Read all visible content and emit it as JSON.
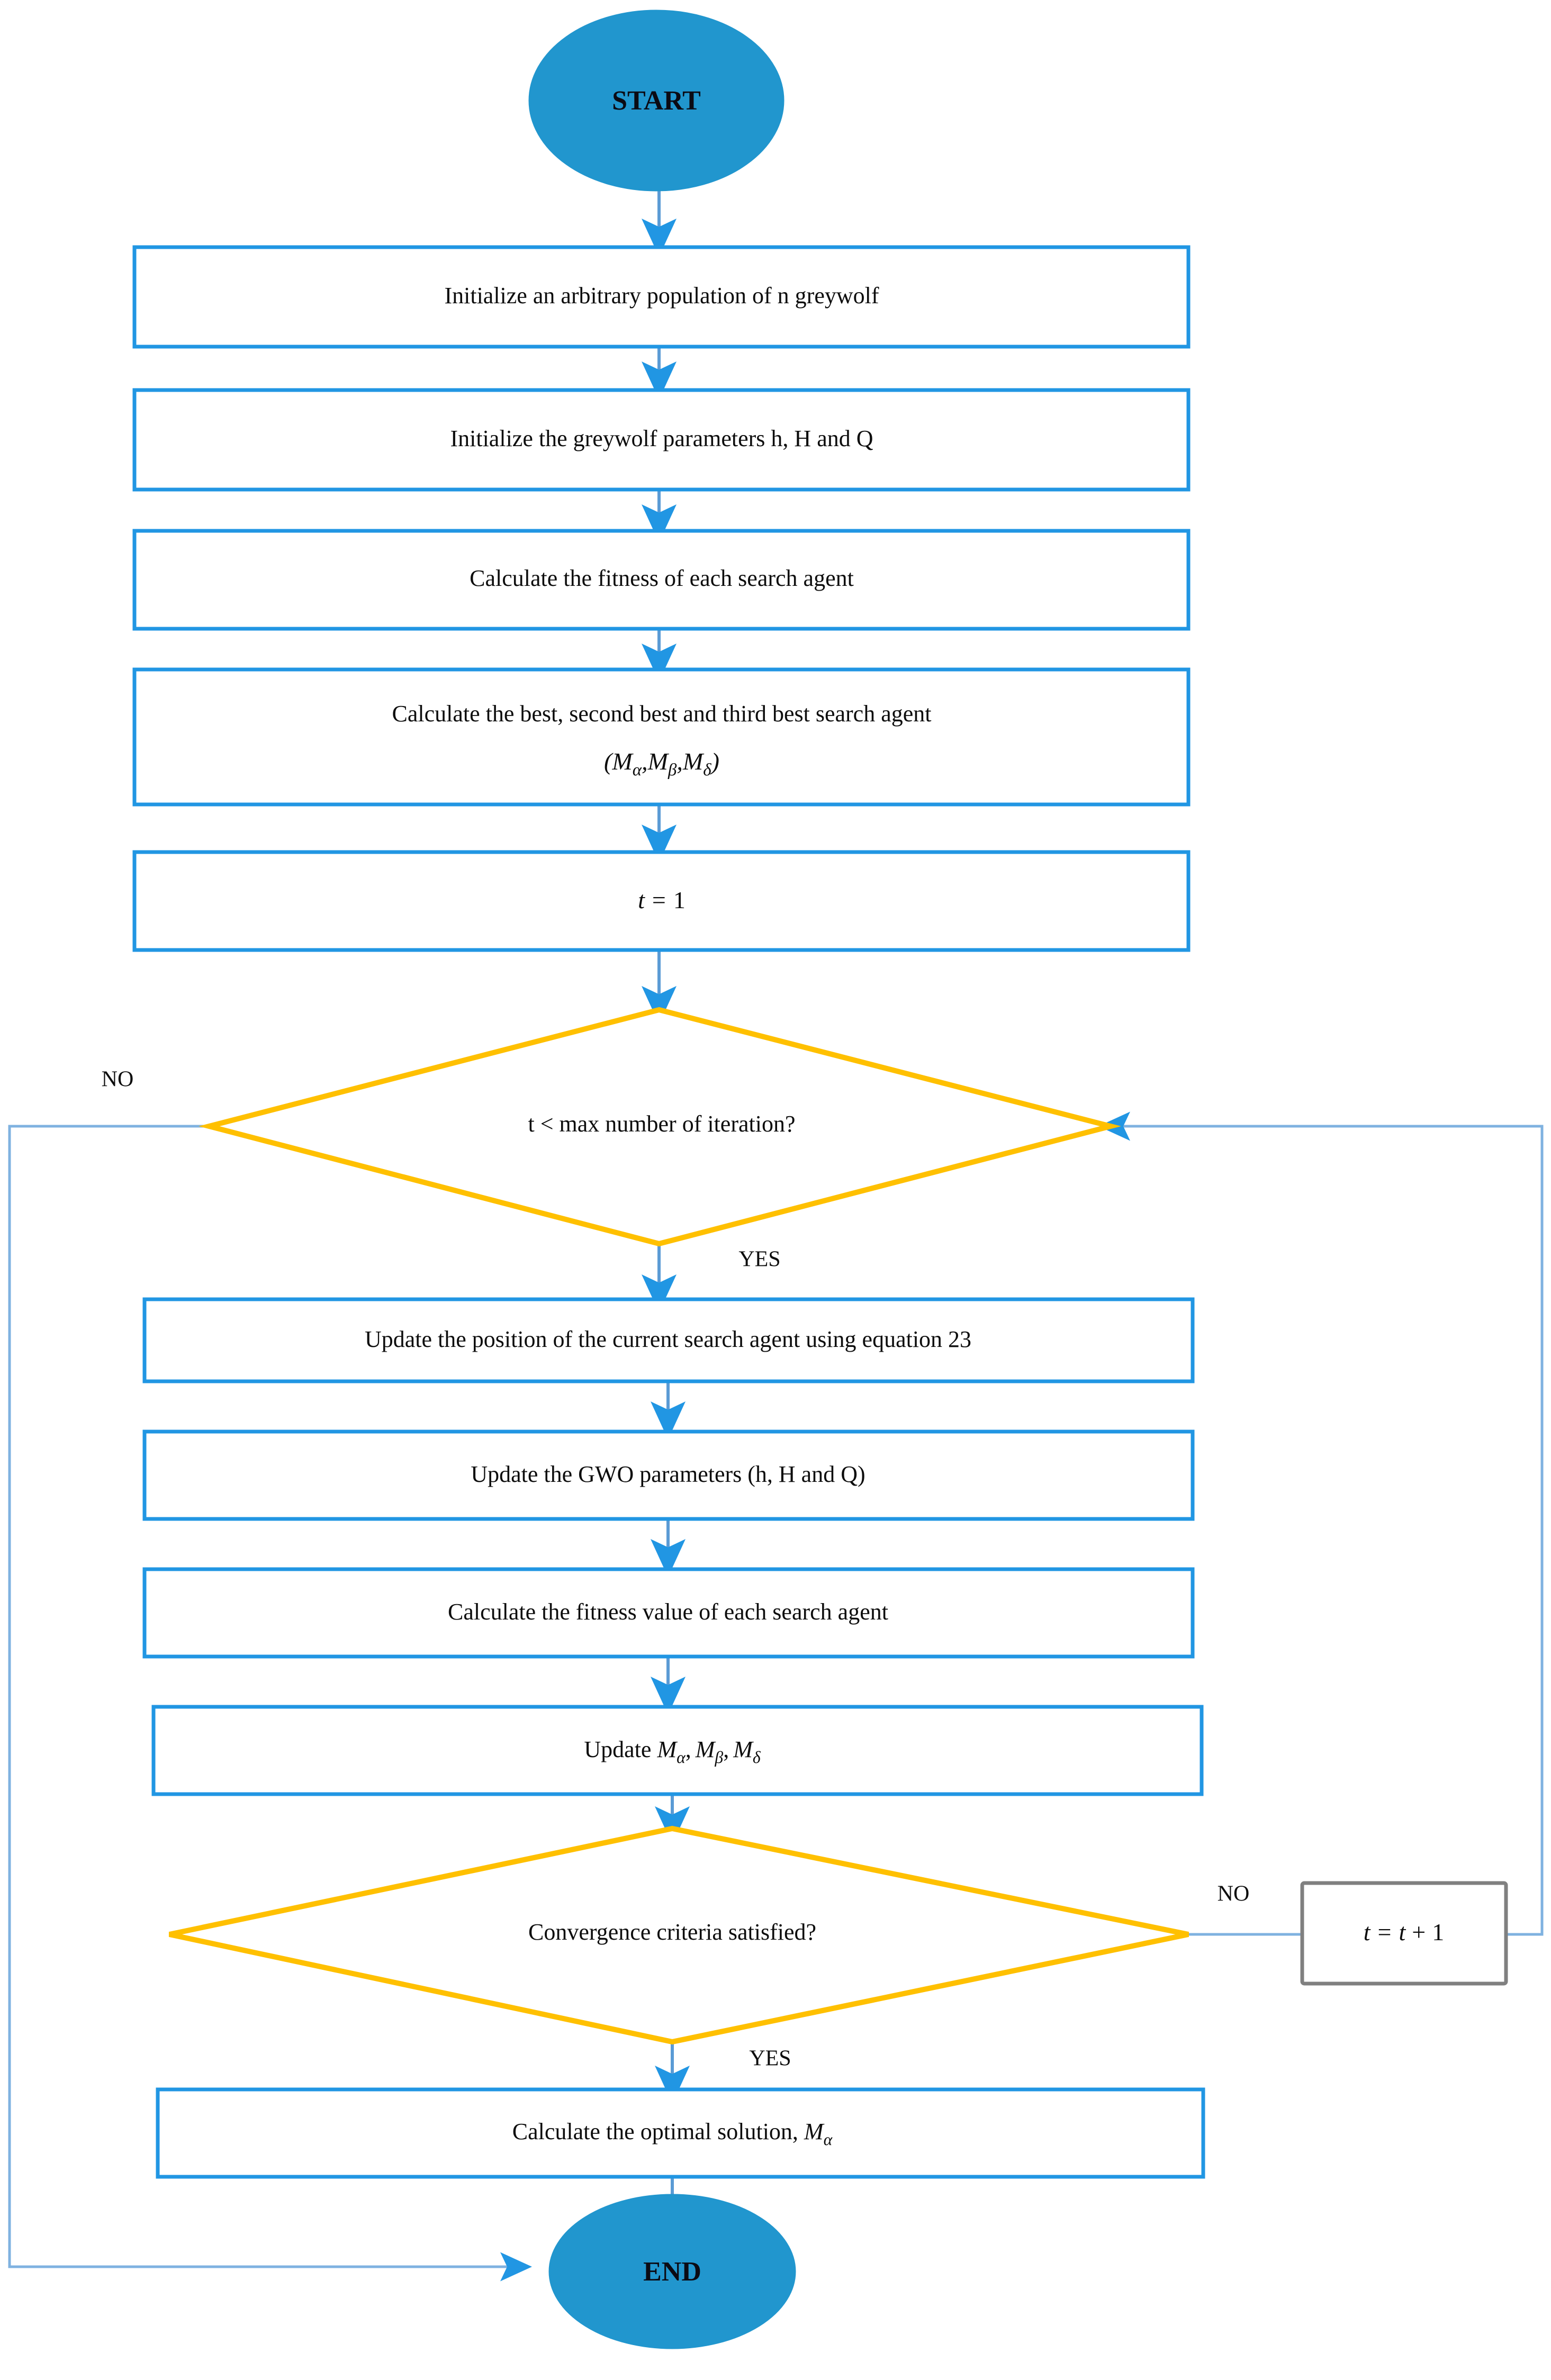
{
  "diagram": {
    "title": "Grey Wolf Optimization (GWO) Algorithm Flowchart",
    "colors": {
      "terminal_fill": "#2196CE",
      "process_border": "#2196E3",
      "decision_border": "#FFC000",
      "connector": "#5B9BD5",
      "aux_border": "#808080",
      "text": "#0d0d0d",
      "background": "#ffffff"
    },
    "nodes": {
      "start": {
        "label": "START",
        "shape": "ellipse"
      },
      "end": {
        "label": "END",
        "shape": "ellipse"
      },
      "p1": {
        "label": "Initialize an arbitrary population of n greywolf",
        "shape": "process"
      },
      "p2": {
        "label": "Initialize the greywolf parameters h, H and Q",
        "shape": "process"
      },
      "p3": {
        "label": "Calculate the fitness of each search agent",
        "shape": "process"
      },
      "p4": {
        "line1": "Calculate the best, second best and third best search agent",
        "line2_prefix": "(",
        "line2_m1": "M",
        "line2_s1": "α",
        "line2_sep1": ",",
        "line2_m2": "M",
        "line2_s2": "β",
        "line2_sep2": ",",
        "line2_m3": "M",
        "line2_s3": "δ",
        "line2_suffix": ")",
        "shape": "process"
      },
      "p5": {
        "var": "t",
        "eq": "=",
        "val": "1",
        "shape": "process"
      },
      "d1": {
        "label": "t < max number of iteration?",
        "shape": "decision"
      },
      "p6": {
        "label": "Update the position of the current search agent using equation 23",
        "shape": "process"
      },
      "p7": {
        "label": "Update the GWO parameters (h, H and Q)",
        "shape": "process"
      },
      "p8": {
        "label": "Calculate the fitness value of each search agent",
        "shape": "process"
      },
      "p9": {
        "prefix": "Update ",
        "m1": "M",
        "s1": "α",
        "sep1": ",",
        "m2": "M",
        "s2": "β",
        "sep2": ",",
        "m3": "M",
        "s3": "δ",
        "shape": "process"
      },
      "d2": {
        "label": "Convergence criteria satisfied?",
        "shape": "decision"
      },
      "p10": {
        "prefix": "Calculate the optimal solution, ",
        "m": "M",
        "s": "α",
        "shape": "process"
      },
      "inc": {
        "var1": "t",
        "eq": "=",
        "var2": "t",
        "plus": "+",
        "val": "1",
        "shape": "aux-box"
      }
    },
    "edge_labels": {
      "d1_no": "NO",
      "d1_yes": "YES",
      "d2_no": "NO",
      "d2_yes": "YES"
    }
  }
}
